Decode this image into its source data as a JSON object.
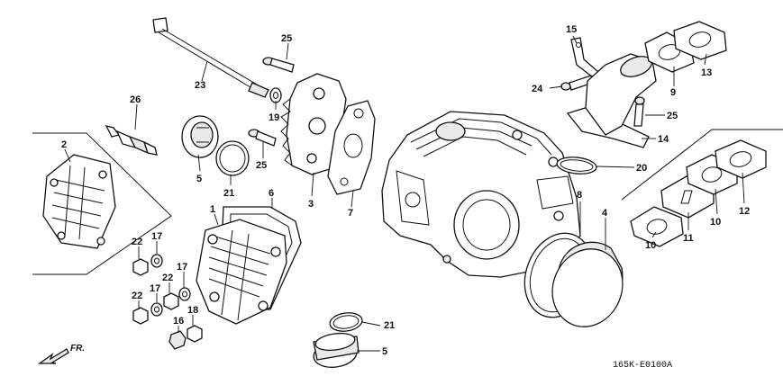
{
  "figure_code": "165K-E0100A",
  "front_indicator": "FR.",
  "callouts": [
    {
      "id": "c1",
      "text": "1"
    },
    {
      "id": "c2",
      "text": "2"
    },
    {
      "id": "c3",
      "text": "3"
    },
    {
      "id": "c4",
      "text": "4"
    },
    {
      "id": "c5a",
      "text": "5"
    },
    {
      "id": "c5b",
      "text": "5"
    },
    {
      "id": "c6",
      "text": "6"
    },
    {
      "id": "c7",
      "text": "7"
    },
    {
      "id": "c8",
      "text": "8"
    },
    {
      "id": "c9",
      "text": "9"
    },
    {
      "id": "c10a",
      "text": "10"
    },
    {
      "id": "c10b",
      "text": "10"
    },
    {
      "id": "c11",
      "text": "11"
    },
    {
      "id": "c12",
      "text": "12"
    },
    {
      "id": "c13",
      "text": "13"
    },
    {
      "id": "c14",
      "text": "14"
    },
    {
      "id": "c15",
      "text": "15"
    },
    {
      "id": "c16",
      "text": "16"
    },
    {
      "id": "c17a",
      "text": "17"
    },
    {
      "id": "c17b",
      "text": "17"
    },
    {
      "id": "c17c",
      "text": "17"
    },
    {
      "id": "c18",
      "text": "18"
    },
    {
      "id": "c19",
      "text": "19"
    },
    {
      "id": "c20",
      "text": "20"
    },
    {
      "id": "c21a",
      "text": "21"
    },
    {
      "id": "c21b",
      "text": "21"
    },
    {
      "id": "c22a",
      "text": "22"
    },
    {
      "id": "c22b",
      "text": "22"
    },
    {
      "id": "c22c",
      "text": "22"
    },
    {
      "id": "c23",
      "text": "23"
    },
    {
      "id": "c24",
      "text": "24"
    },
    {
      "id": "c25a",
      "text": "25"
    },
    {
      "id": "c25b",
      "text": "25"
    },
    {
      "id": "c25c",
      "text": "25"
    },
    {
      "id": "c26",
      "text": "26"
    }
  ]
}
